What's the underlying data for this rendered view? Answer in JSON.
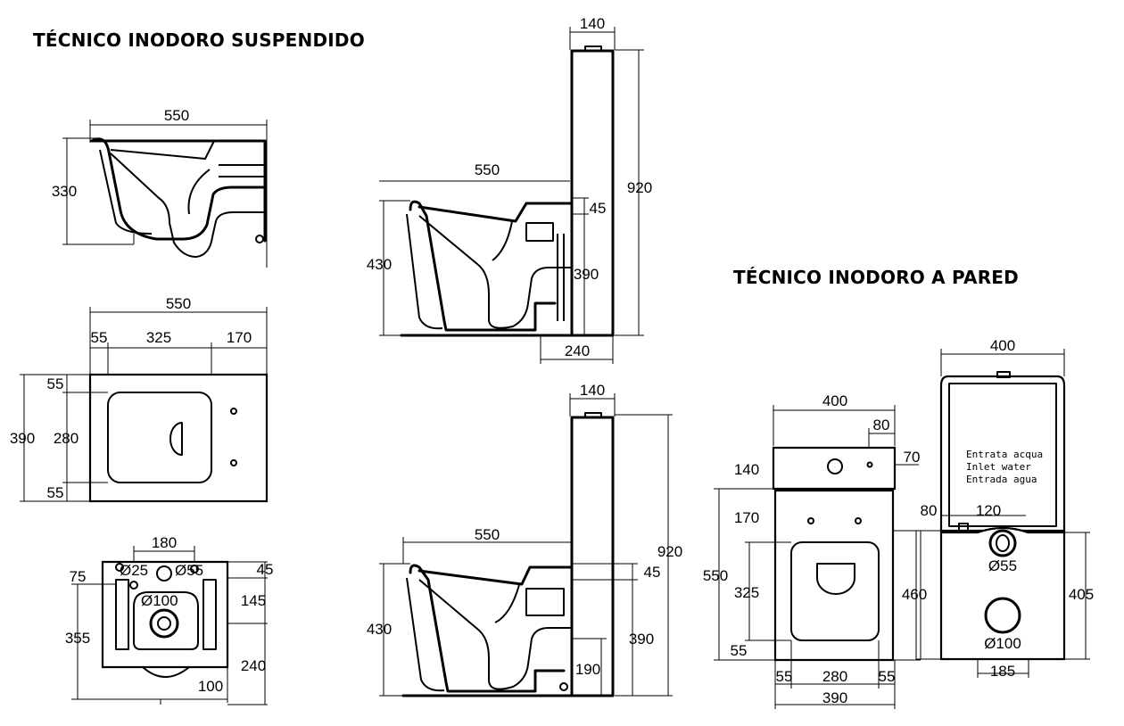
{
  "titles": {
    "suspended": "TÉCNICO INODORO SUSPENDIDO",
    "wall": "TÉCNICO INODORO A PARED"
  },
  "dims": {
    "s_side_w": "550",
    "s_side_h": "330",
    "s_top_w": "550",
    "s_top_a": "55",
    "s_top_b": "325",
    "s_top_c": "170",
    "s_top_h": "390",
    "s_top_d": "55",
    "s_top_e": "280",
    "s_top_f": "55",
    "s_back_180": "180",
    "s_back_75": "75",
    "s_back_d25": "Ø25",
    "s_back_d55": "Ø55",
    "s_back_45": "45",
    "s_back_d100": "Ø100",
    "s_back_145": "145",
    "s_back_355": "355",
    "s_back_240": "240",
    "s_back_100": "100",
    "t_140": "140",
    "t_550": "550",
    "t_920": "920",
    "t_45": "45",
    "t_430": "430",
    "t_390": "390",
    "t_240": "240",
    "b_140": "140",
    "b_550": "550",
    "b_920": "920",
    "b_45": "45",
    "b_430": "430",
    "b_390": "390",
    "b_190": "190",
    "f_400": "400",
    "f_80": "80",
    "f_70": "70",
    "f_140": "140",
    "f_170": "170",
    "f_550": "550",
    "f_325": "325",
    "f_460": "460",
    "f_55a": "55",
    "f_55b": "55",
    "f_280": "280",
    "f_55c": "55",
    "f_390": "390",
    "r_400": "400",
    "r_80": "80",
    "r_120": "120",
    "r_d55": "Ø55",
    "r_405": "405",
    "r_d100": "Ø100",
    "r_185": "185"
  },
  "notes": {
    "inlet_it": "Entrata acqua",
    "inlet_en": "Inlet water",
    "inlet_es": "Entrada agua"
  }
}
